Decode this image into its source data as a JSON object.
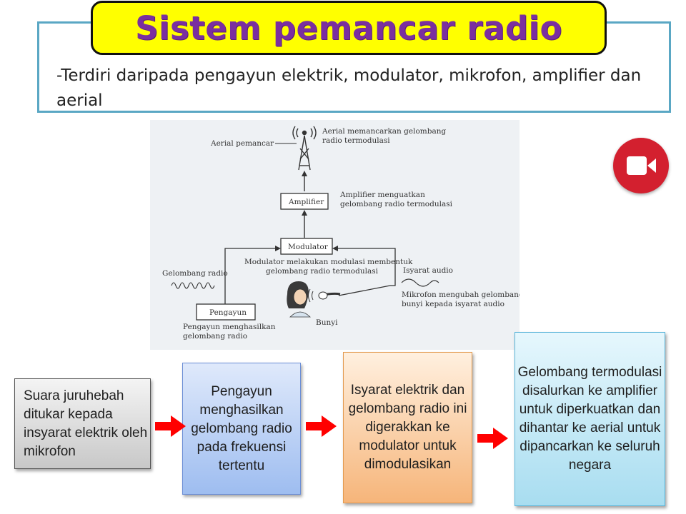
{
  "title": "Sistem pemancar radio",
  "info": "-Terdiri daripada pengayun elektrik, modulator, mikrofon, amplifier dan aerial",
  "diagram": {
    "aerial_label": "Aerial pemancar",
    "aerial_desc_1": "Aerial memancarkan gelombang",
    "aerial_desc_2": "radio termodulasi",
    "amplifier_label": "Amplifier",
    "amplifier_desc_1": "Amplifier menguatkan",
    "amplifier_desc_2": "gelombang radio termodulasi",
    "modulator_label": "Modulator",
    "modulator_desc_1": "Modulator melakukan modulasi membentuk",
    "modulator_desc_2": "gelombang radio termodulasi",
    "radio_wave_label": "Gelombang radio",
    "audio_signal_label": "Isyarat audio",
    "mic_desc_1": "Mikrofon mengubah gelombang",
    "mic_desc_2": "bunyi kepada isyarat audio",
    "oscillator_label": "Pengayun",
    "oscillator_desc_1": "Pengayun menghasilkan",
    "oscillator_desc_2": "gelombang radio",
    "sound_label": "Bunyi"
  },
  "flow": [
    {
      "text": "Suara juruhebah ditukar kepada insyarat elektrik oleh mikrofon"
    },
    {
      "text": "Pengayun menghasilkan gelombang radio pada frekuensi tertentu"
    },
    {
      "text": "Isyarat elektrik dan gelombang radio ini digerakkan ke modulator untuk dimodulasikan"
    },
    {
      "text": "Gelombang termodulasi disalurkan ke amplifier untuk diperkuatkan dan dihantar ke aerial untuk dipancarkan ke seluruh negara"
    }
  ],
  "icons": {
    "video": "video-camera-icon",
    "arrow": "arrow-right-icon"
  },
  "colors": {
    "title_bg": "#ffff00",
    "title_text": "#7a2fa0",
    "box_border": "#5aa7c4",
    "arrow": "#ff0000",
    "video_btn": "#d3202f"
  }
}
